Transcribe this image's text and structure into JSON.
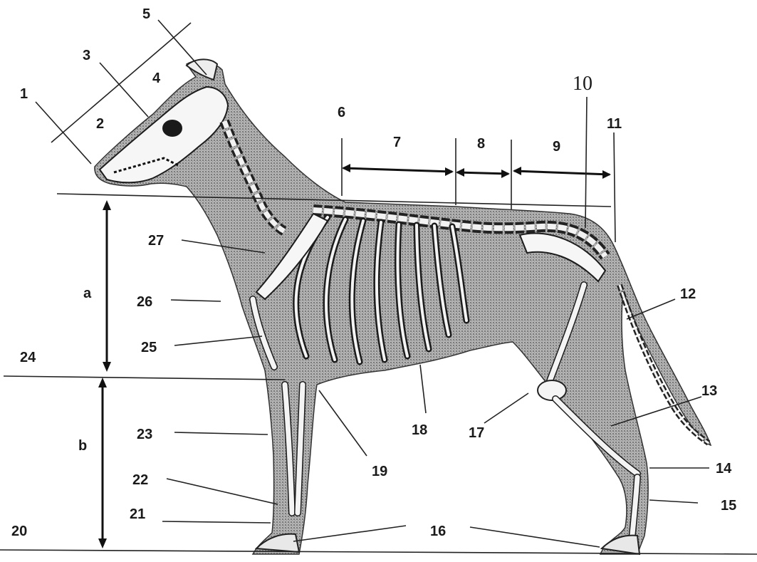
{
  "labels": {
    "l1": "1",
    "l2": "2",
    "l3": "3",
    "l4": "4",
    "l5": "5",
    "l6": "6",
    "l7": "7",
    "l8": "8",
    "l9": "9",
    "l10": "10",
    "l11": "11",
    "l12": "12",
    "l13": "13",
    "l14": "14",
    "l15": "15",
    "l16": "16",
    "l17": "17",
    "l18": "18",
    "l19": "19",
    "l20": "20",
    "l21": "21",
    "l22": "22",
    "l23": "23",
    "l24": "24",
    "l25": "25",
    "l26": "26",
    "l27": "27",
    "la": "a",
    "lb": "b"
  },
  "colors": {
    "body_fill": "#9a9a9a",
    "bone": "#f6f6f6",
    "ink": "#1a1a1a"
  },
  "icons": {
    "figure": "dog-skeleton-silhouette"
  }
}
